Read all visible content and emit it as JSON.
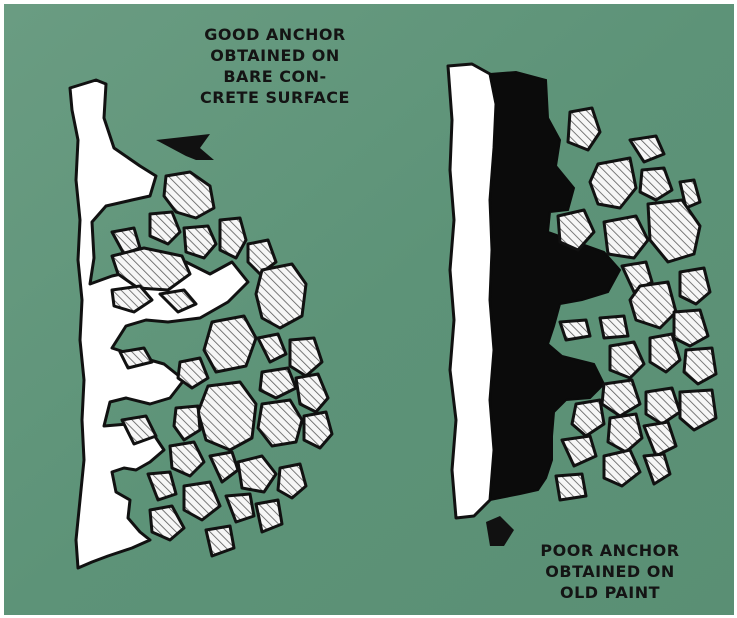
{
  "callouts": {
    "good": [
      "GOOD ANCHOR",
      "OBTAINED ON",
      "BARE CON-",
      "CRETE SURFACE"
    ],
    "poor": [
      "POOR ANCHOR",
      "OBTAINED ON",
      "OLD PAINT"
    ]
  },
  "colors": {
    "background": "#5f9579",
    "paint": "#ffffff",
    "old_paint": "#0b0b0b",
    "outline": "#111111",
    "aggregate_fill": "#f6f6f6",
    "aggregate_hatch": "#5a5a5a"
  }
}
